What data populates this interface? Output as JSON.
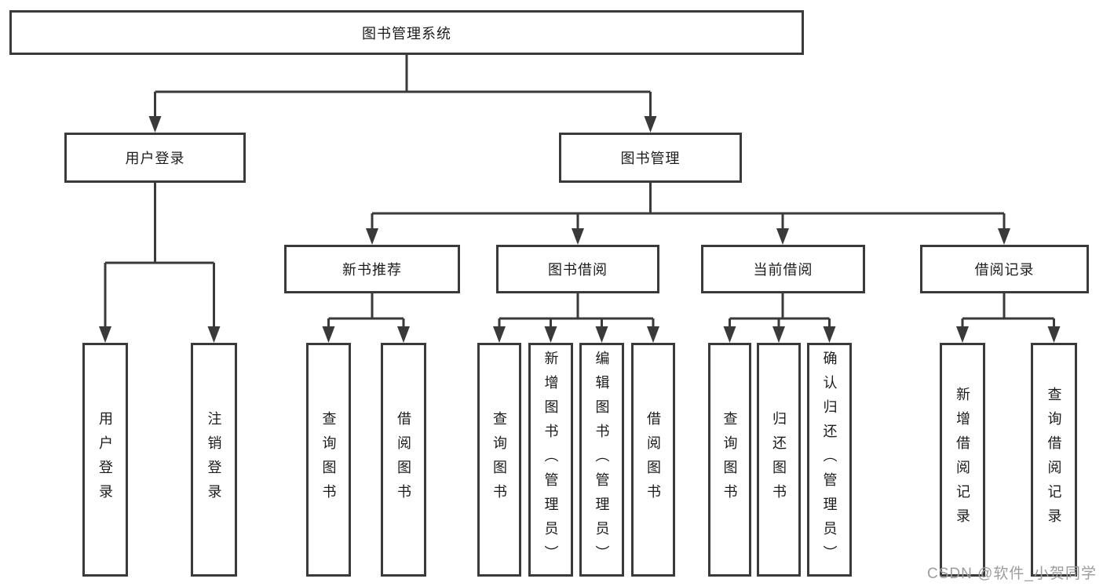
{
  "palette": {
    "line": "#3a3a3a",
    "text": "#1c1c1c",
    "background": "#ffffff",
    "watermark": "#9c9c9c"
  },
  "tree": {
    "root": {
      "label": "图书管理系统"
    },
    "level2": [
      {
        "label": "用户登录",
        "children": [
          {
            "label": "用户登录"
          },
          {
            "label": "注销登录"
          }
        ]
      },
      {
        "label": "图书管理",
        "children": [
          {
            "label": "新书推荐",
            "children": [
              {
                "label": "查询图书"
              },
              {
                "label": "借阅图书"
              }
            ]
          },
          {
            "label": "图书借阅",
            "children": [
              {
                "label": "查询图书"
              },
              {
                "label": "新增图书（管理员）"
              },
              {
                "label": "编辑图书（管理员）"
              },
              {
                "label": "借阅图书"
              }
            ]
          },
          {
            "label": "当前借阅",
            "children": [
              {
                "label": "查询图书"
              },
              {
                "label": "归还图书"
              },
              {
                "label": "确认归还（管理员）"
              }
            ]
          },
          {
            "label": "借阅记录",
            "children": [
              {
                "label": "新增借阅记录"
              },
              {
                "label": "查询借阅记录"
              }
            ]
          }
        ]
      }
    ]
  },
  "watermark": {
    "text": "CSDN @软件_小贺同学"
  }
}
